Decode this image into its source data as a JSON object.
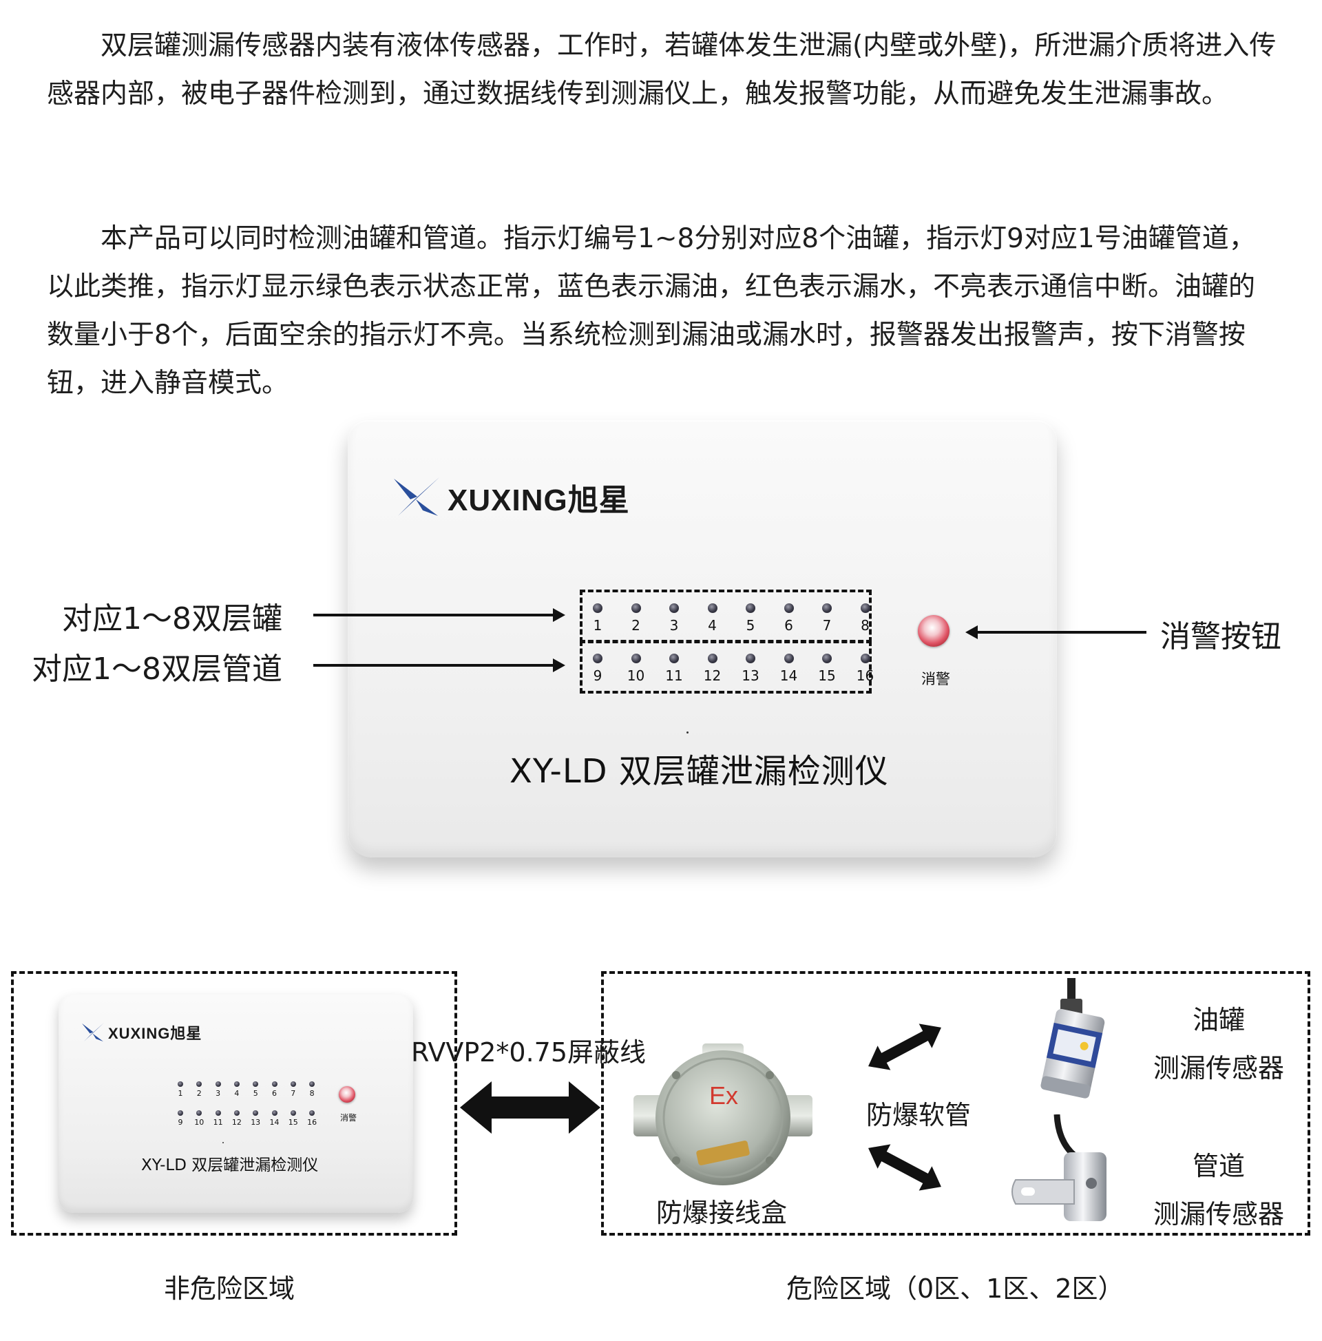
{
  "intro": {
    "paragraph1": "双层罐测漏传感器内装有液体传感器，工作时，若罐体发生泄漏(内壁或外壁)，所泄漏介质将进入传感器内部，被电子器件检测到，通过数据线传到测漏仪上，触发报警功能，从而避免发生泄漏事故。",
    "paragraph2": "本产品可以同时检测油罐和管道。指示灯编号1~8分别对应8个油罐，指示灯9对应1号油罐管道，以此类推，指示灯显示绿色表示状态正常，蓝色表示漏油，红色表示漏水，不亮表示通信中断。油罐的数量小于8个，后面空余的指示灯不亮。当系统检测到漏油或漏水时，报警器发出报警声，按下消警按钮，进入静音模式。"
  },
  "device": {
    "brand": "XUXING旭星",
    "title": "XY-LD 双层罐泄漏检测仪",
    "alarm_label": "消警",
    "led_row_top": [
      "1",
      "2",
      "3",
      "4",
      "5",
      "6",
      "7",
      "8"
    ],
    "led_row_bottom": [
      "9",
      "10",
      "11",
      "12",
      "13",
      "14",
      "15",
      "16"
    ]
  },
  "callouts": {
    "tank": "对应1～8双层罐",
    "pipe": "对应1～8双层管道",
    "alarm": "消警按钮"
  },
  "system": {
    "cable": "RVVP2*0.75屏蔽线",
    "junction_box": "防爆接线盒",
    "junction_box_mark": "Ex",
    "hose": "防爆软管",
    "tank_sensor_line1": "油罐",
    "tank_sensor_line2": "测漏传感器",
    "pipe_sensor_line1": "管道",
    "pipe_sensor_line2": "测漏传感器",
    "zone_safe": "非危险区域",
    "zone_hazard": "危险区域（0区、1区、2区）"
  },
  "colors": {
    "brand_blue": "#2a4f9c",
    "alarm_red": "#d8404f"
  }
}
